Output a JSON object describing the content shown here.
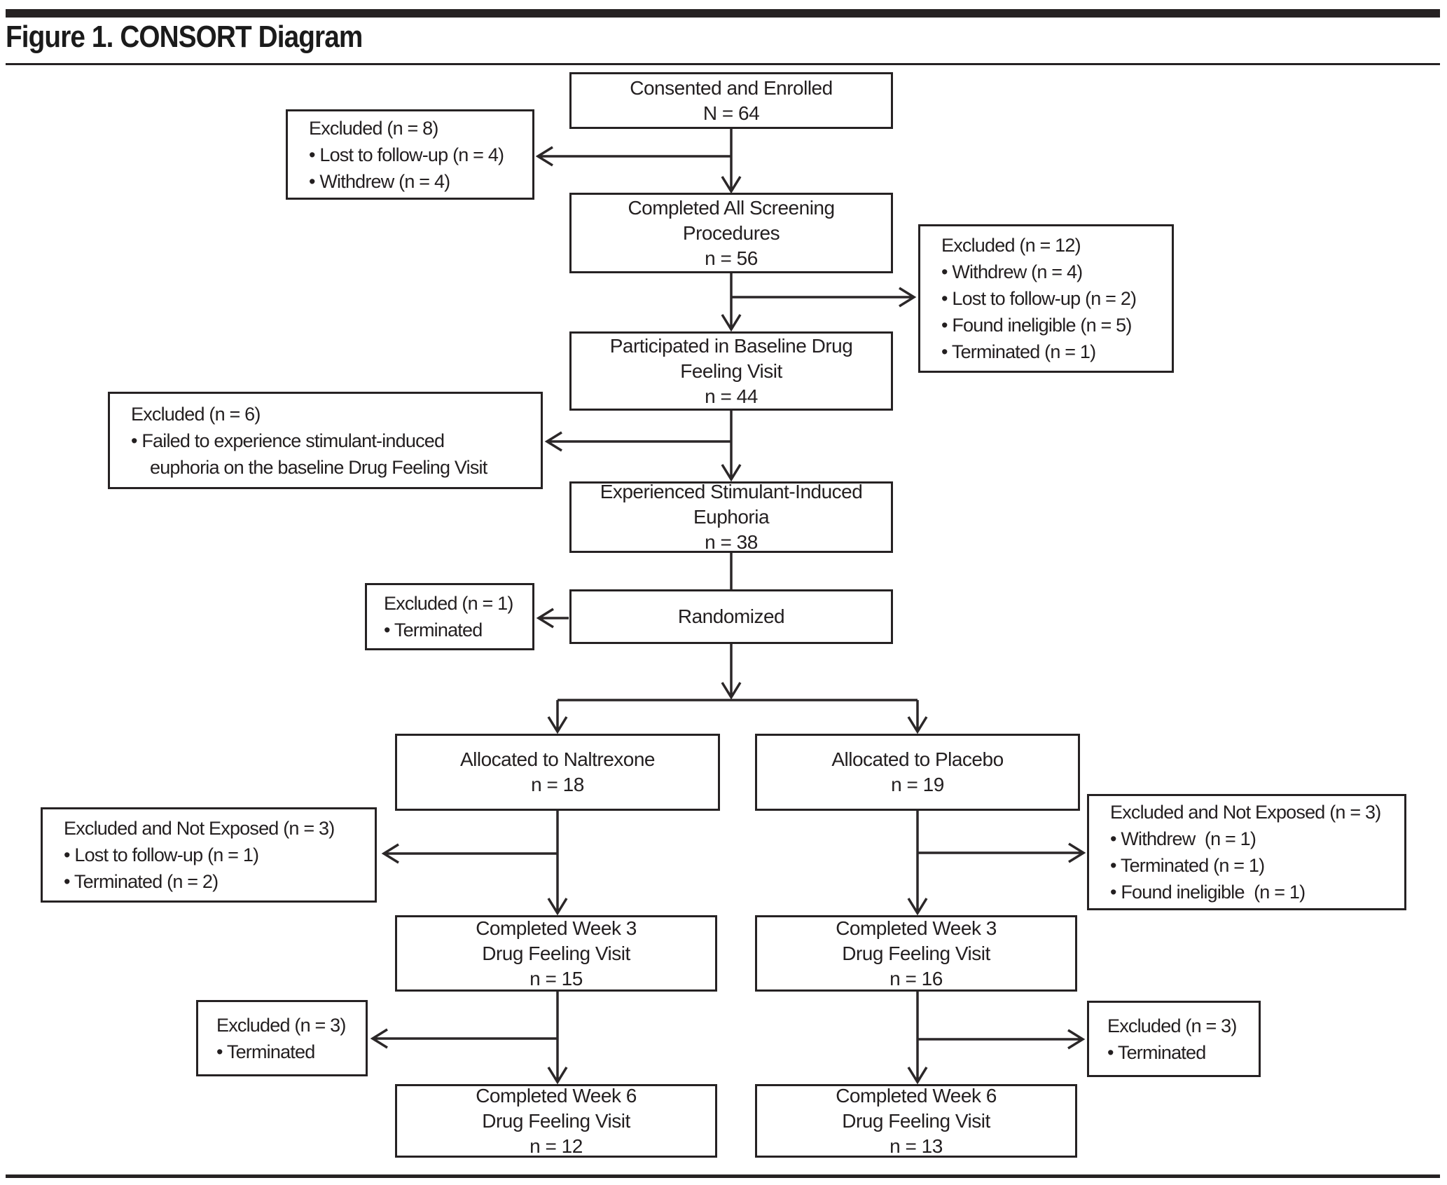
{
  "title": "Figure 1. CONSORT Diagram",
  "colors": {
    "ink": "#231f20",
    "background": "#ffffff"
  },
  "flow": {
    "consented": {
      "lines": [
        "Consented and Enrolled",
        "N = 64"
      ]
    },
    "screening": {
      "lines": [
        "Completed All Screening",
        "Procedures",
        "n = 56"
      ]
    },
    "baseline": {
      "lines": [
        "Participated in Baseline Drug",
        "Feeling Visit",
        "n = 44"
      ]
    },
    "euphoria": {
      "lines": [
        "Experienced Stimulant-Induced",
        "Euphoria",
        "n = 38"
      ]
    },
    "randomized": {
      "lines": [
        "Randomized"
      ]
    },
    "naltrexone": {
      "lines": [
        "Allocated to Naltrexone",
        "n = 18"
      ]
    },
    "placebo": {
      "lines": [
        "Allocated to Placebo",
        "n = 19"
      ]
    },
    "week3_naltrexone": {
      "lines": [
        "Completed Week 3",
        "Drug Feeling Visit",
        "n = 15"
      ]
    },
    "week3_placebo": {
      "lines": [
        "Completed Week 3",
        "Drug Feeling Visit",
        "n = 16"
      ]
    },
    "week6_naltrexone": {
      "lines": [
        "Completed Week 6",
        "Drug Feeling Visit",
        "n = 12"
      ]
    },
    "week6_placebo": {
      "lines": [
        "Completed Week 6",
        "Drug Feeling Visit",
        "n = 13"
      ]
    }
  },
  "exclusions": {
    "after_enrollment": {
      "heading": "Excluded (n = 8)",
      "bullets": [
        "• Lost to follow-up (n = 4)",
        "• Withdrew (n = 4)"
      ]
    },
    "after_screening": {
      "heading": "Excluded (n = 12)",
      "bullets": [
        "• Withdrew (n = 4)",
        "• Lost to follow-up (n = 2)",
        "• Found ineligible (n = 5)",
        "• Terminated (n = 1)"
      ]
    },
    "after_baseline": {
      "heading": "Excluded (n = 6)",
      "bullets": [
        "• Failed to experience stimulant-induced"
      ],
      "continuation": "euphoria on the baseline Drug Feeling Visit"
    },
    "after_randomized": {
      "heading": "Excluded (n = 1)",
      "bullets": [
        "• Terminated"
      ]
    },
    "naltrexone_not_exposed": {
      "heading": "Excluded and Not Exposed (n = 3)",
      "bullets": [
        "• Lost to follow-up (n = 1)",
        "• Terminated (n = 2)"
      ]
    },
    "placebo_not_exposed": {
      "heading": "Excluded and Not Exposed (n = 3)",
      "bullets": [
        "• Withdrew  (n = 1)",
        "• Terminated (n = 1)",
        "• Found ineligible  (n = 1)"
      ]
    },
    "naltrexone_week3": {
      "heading": "Excluded (n = 3)",
      "bullets": [
        "• Terminated"
      ]
    },
    "placebo_week3": {
      "heading": "Excluded (n = 3)",
      "bullets": [
        "• Terminated"
      ]
    }
  }
}
